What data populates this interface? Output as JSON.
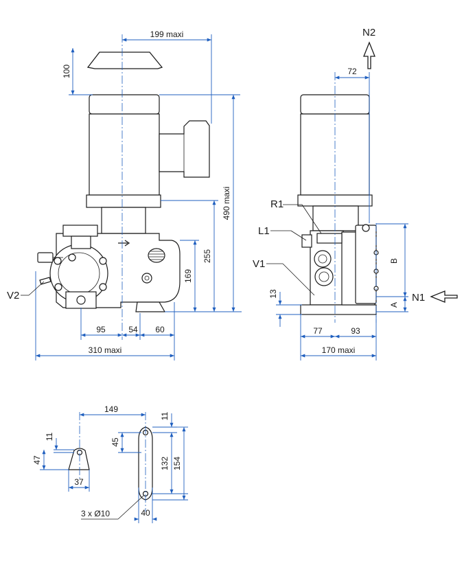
{
  "side_view": {
    "dims": {
      "top_width": "199 maxi",
      "motor_clearance": "100",
      "total_height": "490 maxi",
      "inlet_height": "255",
      "outlet_height": "169",
      "left_offset": "95",
      "mid_offset": "54",
      "right_offset": "60",
      "total_width": "310 maxi"
    },
    "labels": {
      "v2": "V2"
    }
  },
  "front_view": {
    "dims": {
      "n2_offset": "72",
      "base_height": "13",
      "left_half": "77",
      "right_half": "93",
      "total_width": "170 maxi",
      "dim_a": "A",
      "dim_b": "B"
    },
    "labels": {
      "r1": "R1",
      "l1": "L1",
      "v1": "V1",
      "n1": "N1",
      "n2": "N2"
    }
  },
  "foot_view": {
    "dims": {
      "spacing": "149",
      "small_top": "11",
      "foot_height": "47",
      "foot_width": "37",
      "hole_offset": "45",
      "plate_top": "11",
      "hole_span": "132",
      "plate_height": "154",
      "plate_width": "40"
    },
    "labels": {
      "holes": "3 x Ø10"
    }
  }
}
